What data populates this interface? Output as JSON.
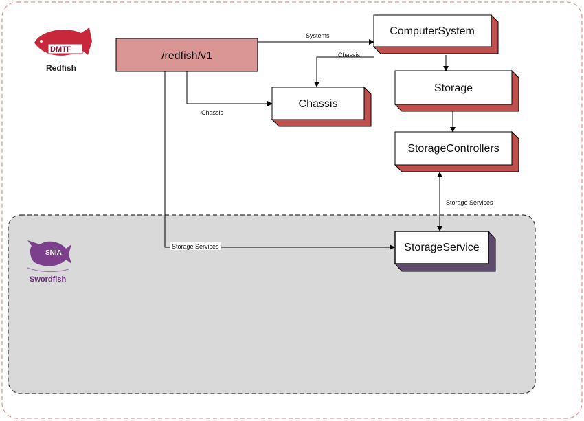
{
  "logos": {
    "redfish": {
      "badge": "DMTF",
      "name": "Redfish"
    },
    "swordfish": {
      "badge": "SNIA",
      "name": "Swordfish"
    }
  },
  "nodes": {
    "root": "/redfish/v1",
    "computer_system": "ComputerSystem",
    "chassis": "Chassis",
    "storage": "Storage",
    "storage_controllers": "StorageControllers",
    "storage_service": "StorageService"
  },
  "edges": {
    "root_to_systems": "Systems",
    "system_to_chassis": "Chassis",
    "root_to_chassis": "Chassis",
    "controllers_to_service": "Storage Services",
    "root_to_service": "Storage Services"
  },
  "colors": {
    "redfish_region_border": "#e0908c",
    "swordfish_region_fill": "#d9d9d9",
    "root_fill": "#d99694",
    "redfish_shadow": "#c0504d",
    "swordfish_shadow": "#5f4b6e",
    "line": "#000000"
  }
}
